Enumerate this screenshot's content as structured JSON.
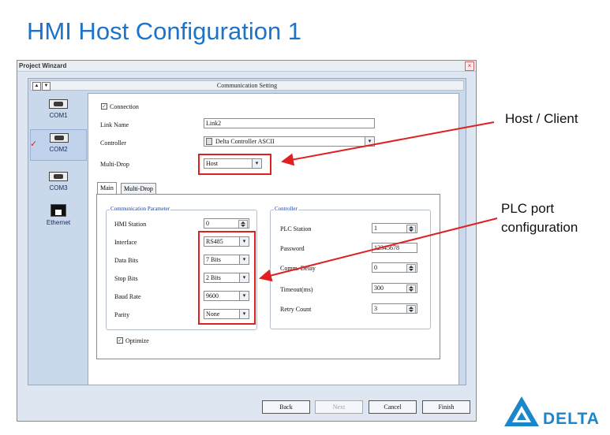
{
  "slide_title": "HMI Host Configuration 1",
  "window": {
    "title": "Project Winzard",
    "close": "×",
    "comm_setting": "Communication Setting",
    "up": "▲",
    "down": "▼"
  },
  "ports": [
    {
      "label": "COM1",
      "icon": "serial-port-icon"
    },
    {
      "label": "COM2",
      "icon": "serial-port-icon",
      "selected": true
    },
    {
      "label": "COM3",
      "icon": "serial-port-icon"
    },
    {
      "label": "Ethernet",
      "icon": "ethernet-port-icon"
    }
  ],
  "form": {
    "connection_label": "Connection",
    "connection_checked": true,
    "link_name_label": "Link Name",
    "link_name_value": "Link2",
    "controller_label": "Controller",
    "controller_value": "Delta Controller ASCII",
    "multidrop_label": "Multi-Drop",
    "multidrop_value": "Host",
    "check_mark": "✓",
    "dropdown_arrow": "▾"
  },
  "tabs": [
    "Main",
    "Multi-Drop"
  ],
  "comm_param": {
    "title": "Communication Parameter",
    "hmi_station_label": "HMI Station",
    "hmi_station_value": "0",
    "fields": [
      {
        "label": "Interface",
        "value": "RS485"
      },
      {
        "label": "Data Bits",
        "value": "7 Bits"
      },
      {
        "label": "Stop Bits",
        "value": "2 Bits"
      },
      {
        "label": "Baud Rate",
        "value": "9600"
      },
      {
        "label": "Parity",
        "value": "None"
      }
    ]
  },
  "controller_group": {
    "title": "Controller",
    "fields": [
      {
        "label": "PLC Station",
        "value": "1"
      },
      {
        "label": "Password",
        "value": "12345678"
      },
      {
        "label": "Comm. Delay",
        "value": "0"
      },
      {
        "label": "Timeout(ms)",
        "value": "300"
      },
      {
        "label": "Retry Count",
        "value": "3"
      }
    ]
  },
  "optimize_label": "Optimize",
  "buttons": {
    "back": "Back",
    "next": "Next",
    "cancel": "Cancel",
    "finish": "Finish"
  },
  "annotations": {
    "host_client": "Host / Client",
    "plc_port_line1": "PLC port",
    "plc_port_line2": "configuration"
  },
  "logo_text": "DELTA",
  "colors": {
    "title": "#1b74c9",
    "annotation_red": "#e02020",
    "logo": "#1b86c9"
  }
}
